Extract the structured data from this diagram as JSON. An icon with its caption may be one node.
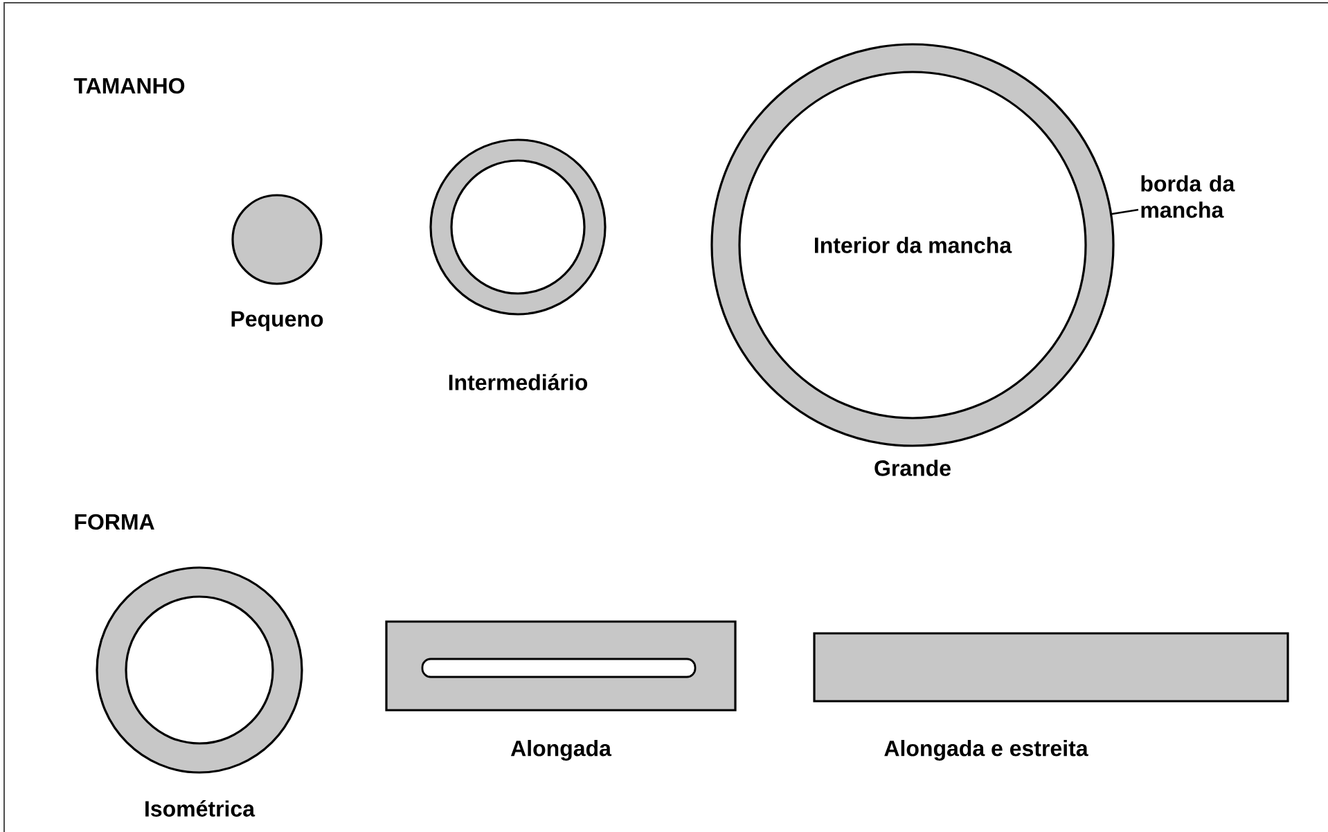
{
  "diagram": {
    "nodes": [
      {
        "text": [],
        "shape": "circle",
        "beside": [
          "Pequeno"
        ]
      },
      {
        "text": [],
        "shape": "circle",
        "beside": [
          "Intermediário"
        ]
      },
      {
        "text": [
          "Interior da mancha"
        ],
        "beside": [
          "Grande"
        ]
      },
      {
        "text": [
          "borda da mancha"
        ]
      },
      {
        "text": [],
        "shape": "circle",
        "beside": [
          "Isométrica"
        ]
      },
      {
        "text": [],
        "shape": "box",
        "beside": [
          "Alongada"
        ]
      },
      {
        "text": [],
        "shape": "box",
        "beside": [
          "Alongada e estreita"
        ]
      }
    ],
    "edges": [
      {
        "from": 3,
        "to": 2,
        "arrow": "none"
      }
    ],
    "labels": [
      "TAMANHO",
      "FORMA"
    ]
  }
}
